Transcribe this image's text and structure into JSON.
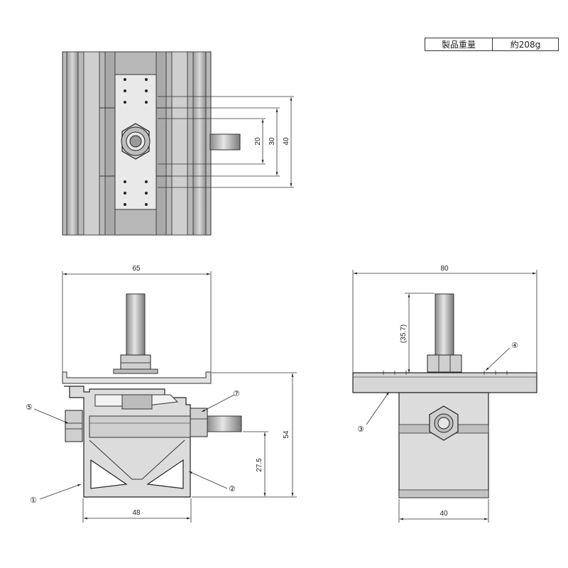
{
  "spec_table": {
    "weight_label": "製品重量",
    "weight_value": "約208g"
  },
  "dimensions": {
    "hole_spacing_inner": "20",
    "hole_spacing_mid": "30",
    "hole_spacing_outer": "40",
    "front_width": "65",
    "front_base_width": "48",
    "front_height": "54",
    "front_bolt_height": "27.5",
    "side_width": "80",
    "side_bolt_length": "(35.7)",
    "side_base_width": "40"
  },
  "callouts": {
    "c1": "①",
    "c2": "②",
    "c3": "③",
    "c4": "④",
    "c5": "⑤",
    "c7": "⑦"
  }
}
